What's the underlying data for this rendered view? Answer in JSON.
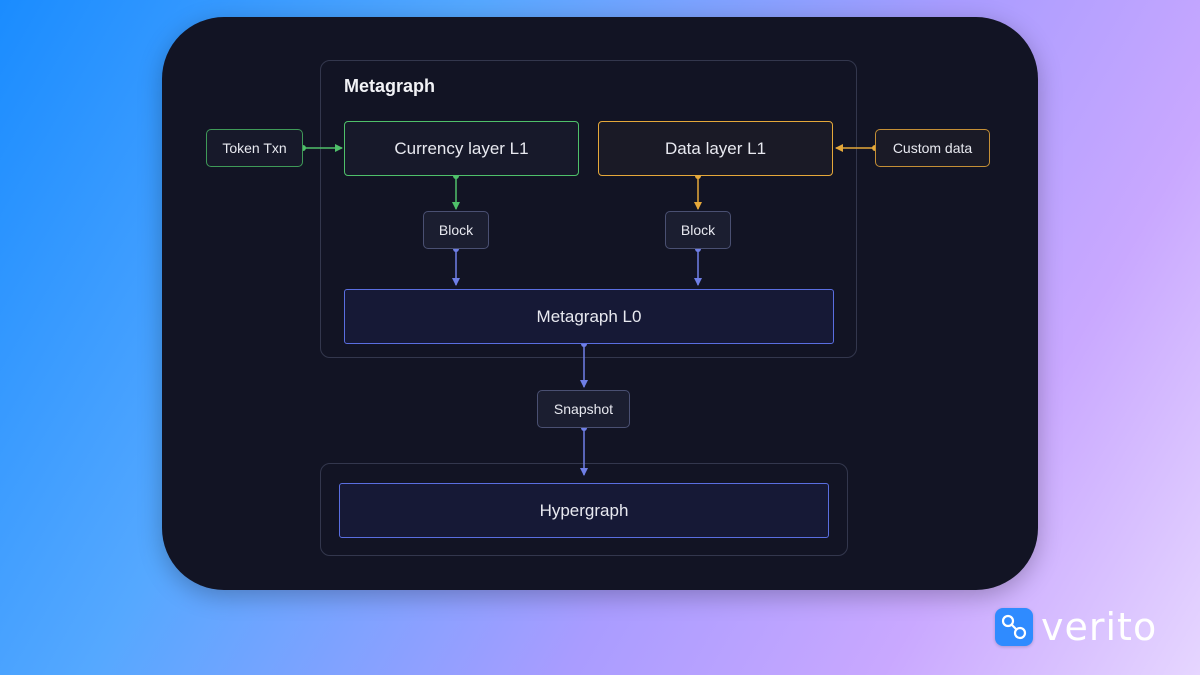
{
  "diagram": {
    "metagraph_title": "Metagraph",
    "token_txn": "Token Txn",
    "currency_layer": "Currency layer L1",
    "data_layer": "Data layer L1",
    "custom_data": "Custom data",
    "block_left": "Block",
    "block_right": "Block",
    "metagraph_l0": "Metagraph L0",
    "snapshot": "Snapshot",
    "hypergraph": "Hypergraph"
  },
  "colors": {
    "currency_accent": "#4fc06a",
    "data_accent": "#e5a83a",
    "flow_accent": "#6f7fe6",
    "card_background": "#121424"
  },
  "brand": {
    "name": "verito",
    "icon": "link-nodes-icon"
  }
}
